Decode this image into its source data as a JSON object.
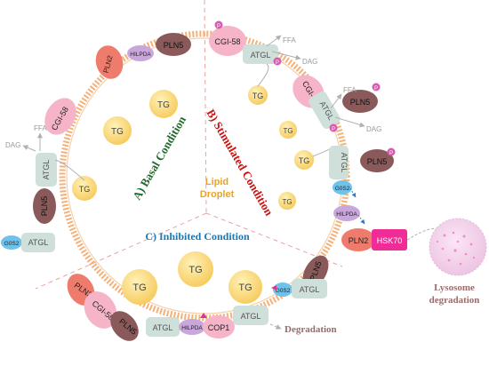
{
  "labels": {
    "lipid_line1": "Lipid",
    "lipid_line2": "Droplet",
    "basal": "A) Basal Condition",
    "stimulated": "B) Stimulated Condition",
    "inhibited": "C) Inhibited Condition",
    "tg": "TG",
    "cgi58": "CGI-58",
    "pln2": "PLN2",
    "pln5": "PLN5",
    "hilpda": "HILPDA",
    "atgl": "ATGL",
    "g0s2": "G0S2",
    "ffa": "FFA",
    "dag": "DAG",
    "cop1": "COP1",
    "hsk70": "HSK70",
    "degradation": "Degradation",
    "lysosome_line1": "Lysosome",
    "lysosome_line2": "degradation",
    "p": "P"
  },
  "colors": {
    "droplet_border": "#f3b27a",
    "tg_fill": "#f9d56e",
    "cgi58_fill": "#f6b4c8",
    "pln2_fill": "#ef7b6c",
    "pln5_fill": "#8a5a5a",
    "hilpda_fill": "#c9a6dc",
    "atgl_fill": "#cfe0da",
    "g0s2_fill": "#6ec3ec",
    "hsk70_fill": "#f02d97",
    "lysosome_fill": "#f0cde7",
    "phospho_fill": "#d85bb0",
    "basal_color": "#1f6b2a",
    "stimulated_color": "#cc1111",
    "inhibited_color": "#1a79b6",
    "lipid_color": "#e8a42a",
    "arrow_color": "#b0b0b0"
  }
}
